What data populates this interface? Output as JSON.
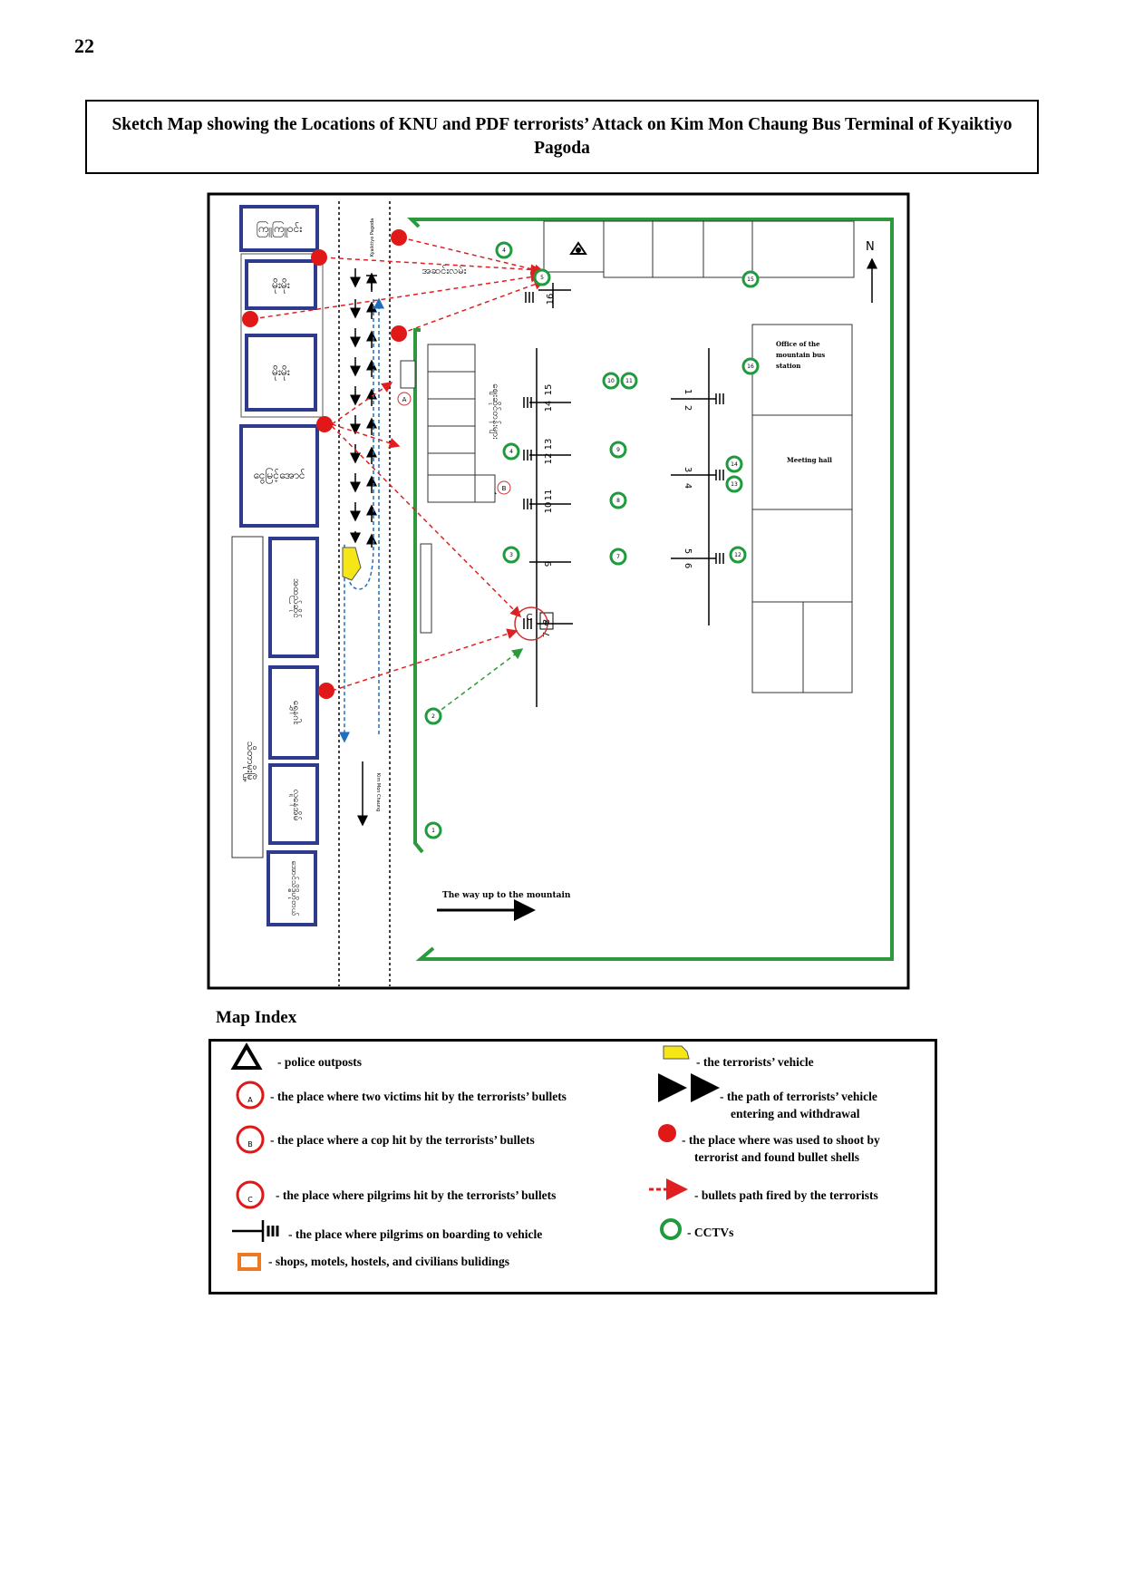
{
  "page_number": "22",
  "title": "Sketch Map showing the Locations of KNU and PDF terrorists’ Attack on Kim Mon Chaung Bus Terminal of Kyaiktiyo Pagoda",
  "map": {
    "shops": [
      "ကြူကြူဝင်း",
      "မိုးမိုး",
      "မိုးမိုး",
      "ငွေမြင့်အောင်",
      "အထည်ဆိုင်",
      "ရွှေနဂါး",
      "လူနေအိမ်",
      "အောင်သိဒ္ဓိဟိုတယ်"
    ],
    "long_building_label": "သိတာမိုးမြို့",
    "ticket_row_label": "ဈေးဆိုင်တန်းများ",
    "road_label_top": "Kyaiktiyo Pagoda",
    "road_label_bottom": "Kim Mon Chaung",
    "gate_label": "အဆင်းလမ်း",
    "office_label": "Office of the mountain bus station",
    "meeting_hall_label": "Meeting hall",
    "north_label": "N",
    "mountain_way_label": "The way up to the mountain",
    "boarding_numbers": [
      "16",
      "14",
      "15",
      "12",
      "13",
      "10",
      "11",
      "9",
      "7",
      "8",
      "1",
      "2",
      "3",
      "4",
      "5",
      "6"
    ],
    "cctv_numbers": [
      "4",
      "5",
      "15",
      "16",
      "10",
      "11",
      "4",
      "9",
      "8",
      "3",
      "7",
      "14",
      "13",
      "12",
      "2",
      "1"
    ],
    "marker_labels": [
      "A",
      "B",
      "C",
      "B"
    ]
  },
  "legend": {
    "heading": "Map Index",
    "police_outposts": "- police outposts",
    "victims_a": "- the place where two victims hit by the terrorists’ bullets",
    "cop_b": "- the place where a cop hit by the terrorists’ bullets",
    "pilgrims_c": "- the place where pilgrims hit by the terrorists’ bullets",
    "boarding": "- the place where pilgrims on boarding to vehicle",
    "shops": "- shops, motels, hostels, and civilians bulidings",
    "vehicle": "- the terrorists’ vehicle",
    "path_1": "- the path of terrorists’ vehicle",
    "path_2": "entering and withdrawal",
    "shoot_1": "-  the place where was used to shoot by",
    "shoot_2": "terrorist and found bullet shells",
    "bullets": "-  bullets path fired by the terrorists",
    "cctv": "-  CCTVs",
    "marker_a": "A",
    "marker_b": "B",
    "marker_c": "C"
  },
  "colors": {
    "shop_border": "#2e3a8c",
    "compound": "#2c9a3c",
    "shooter": "#e01818",
    "bullet_path": "#e02020",
    "withdrawal": "#1f6fc0",
    "cctv": "#1f9a3c",
    "vehicle": "#f5e616",
    "shops_legend": "#f07820"
  }
}
